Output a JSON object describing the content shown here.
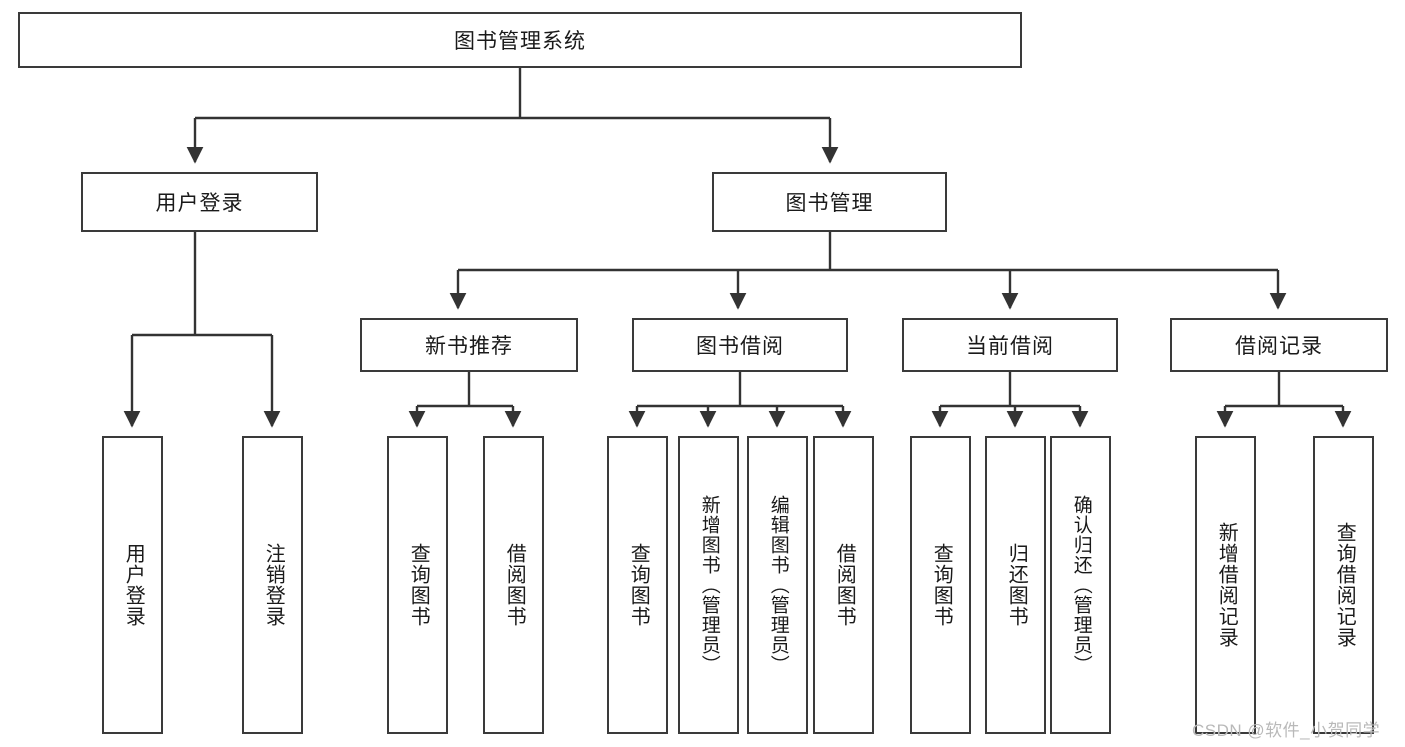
{
  "diagram": {
    "type": "tree",
    "title": "图书管理系统",
    "orientation": "top-down",
    "colors": {
      "box_border": "#3a3a3a",
      "box_fill": "#ffffff",
      "connector": "#333333",
      "text": "#1a1a1a",
      "watermark": "#b9b9b9"
    },
    "root": {
      "label": "图书管理系统"
    },
    "level1": [
      {
        "label": "用户登录"
      },
      {
        "label": "图书管理"
      }
    ],
    "level2": [
      {
        "label": "新书推荐"
      },
      {
        "label": "图书借阅"
      },
      {
        "label": "当前借阅"
      },
      {
        "label": "借阅记录"
      }
    ],
    "leaves": {
      "user_login": [
        {
          "label": "用户登录"
        },
        {
          "label": "注销登录"
        }
      ],
      "new_book_recommend": [
        {
          "label": "查询图书"
        },
        {
          "label": "借阅图书"
        }
      ],
      "book_borrow": [
        {
          "label": "查询图书"
        },
        {
          "label": "新增图书（管理员）"
        },
        {
          "label": "编辑图书（管理员）"
        },
        {
          "label": "借阅图书"
        }
      ],
      "current_borrow": [
        {
          "label": "查询图书"
        },
        {
          "label": "归还图书"
        },
        {
          "label": "确认归还（管理员）"
        }
      ],
      "borrow_record": [
        {
          "label": "新增借阅记录"
        },
        {
          "label": "查询借阅记录"
        }
      ]
    },
    "watermark": "CSDN @软件_小贺同学"
  }
}
